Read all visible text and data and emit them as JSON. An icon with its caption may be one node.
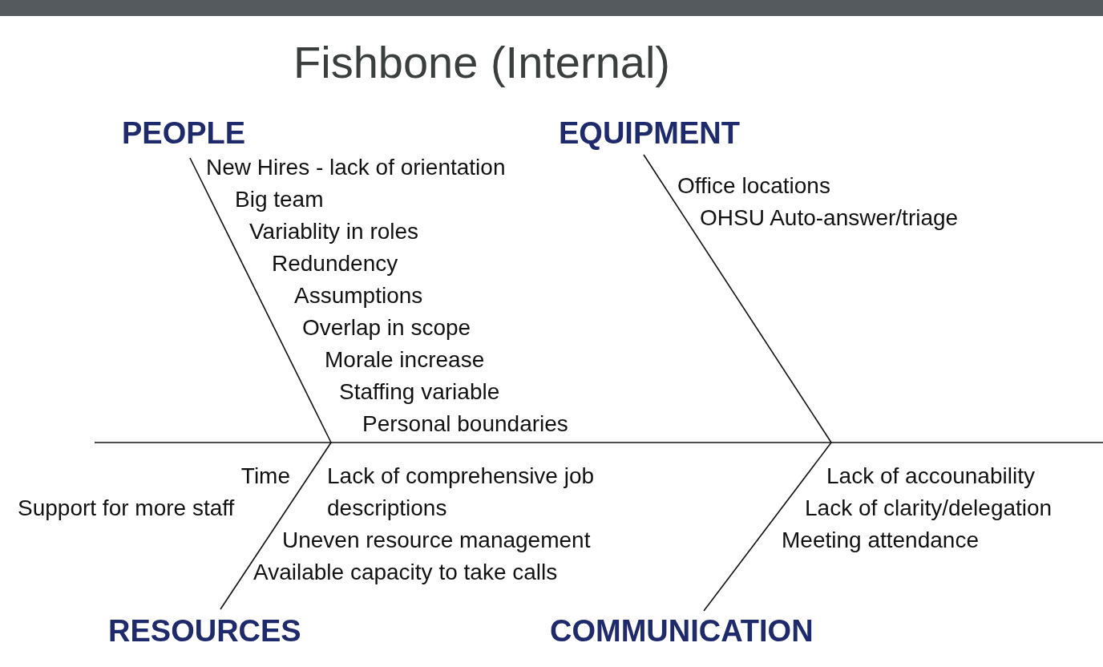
{
  "diagram": {
    "title": "Fishbone (Internal)",
    "labels": [
      "PEOPLE",
      "New Hires - lack of orientation",
      "Big team",
      "Variablity in roles",
      "Redundency",
      "Assumptions",
      "Overlap in scope",
      "Morale increase",
      "Staffing variable",
      "Personal boundaries",
      "EQUIPMENT",
      "Office locations",
      "OHSU Auto-answer/triage",
      "Time",
      "Support for more staff",
      "Lack of comprehensive job descriptions",
      "Uneven resource management",
      "Available capacity to take calls",
      "Lack of accounability",
      "Lack of clarity/delegation",
      "Meeting attendance",
      "RESOURCES",
      "COMMUNICATION"
    ]
  }
}
